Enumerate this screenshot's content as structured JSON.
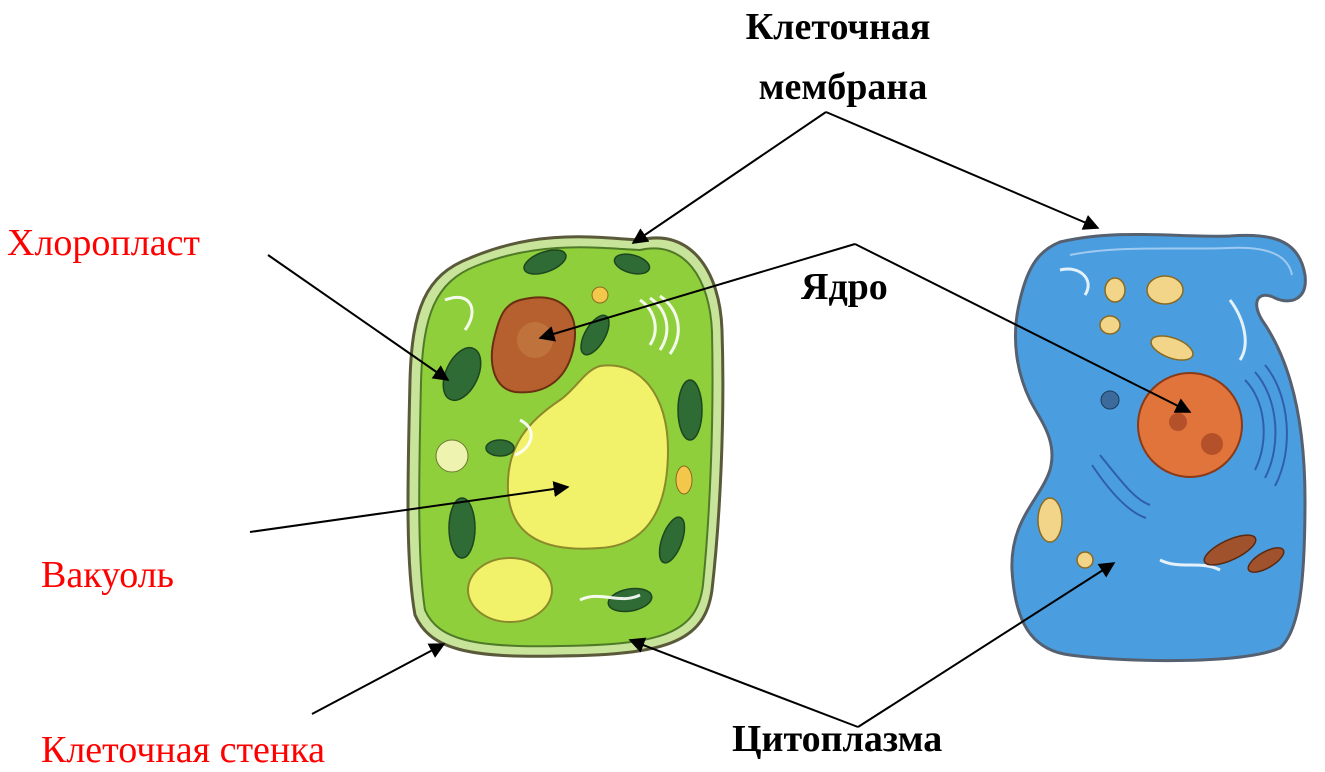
{
  "labels": {
    "cell_membrane_line1": "Клеточная",
    "cell_membrane_line2": "мембрана",
    "chloroplast": "Хлоропласт",
    "nucleus": "Ядро",
    "vacuole": "Вакуоль",
    "cell_wall": "Клеточная стенка",
    "cytoplasm": "Цитоплазма"
  },
  "colors": {
    "plant_label": "#ff0000",
    "common_label": "#000000",
    "plant_cytoplasm": "#8fcf3c",
    "animal_cytoplasm": "#4a9ee0",
    "vacuole": "#f1f16a",
    "nucleus": "#e0743a"
  }
}
